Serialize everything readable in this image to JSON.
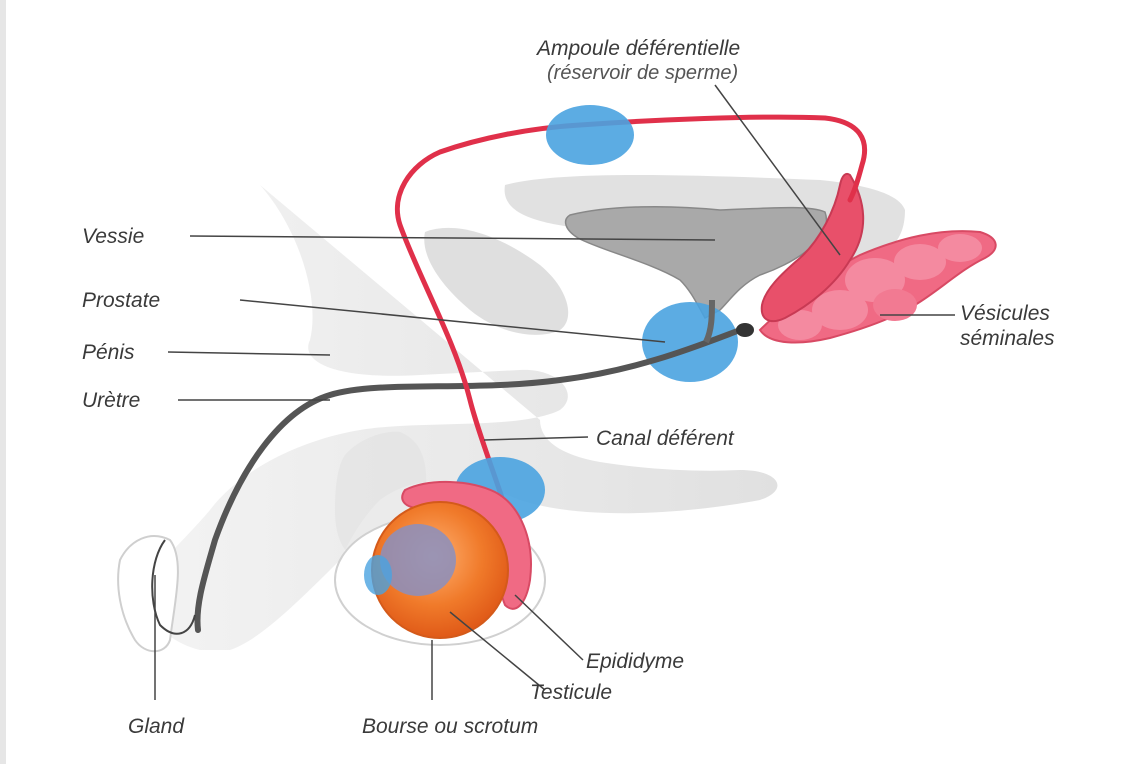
{
  "diagram": {
    "labels": {
      "ampoule": "Ampoule déférentielle",
      "ampoule_sub": "(réservoir de sperme)",
      "vessie": "Vessie",
      "prostate": "Prostate",
      "penis": "Pénis",
      "uretre": "Urètre",
      "canal": "Canal déférent",
      "vesicules_1": "Vésicules",
      "vesicules_2": "séminales",
      "epididyme": "Epididyme",
      "testicule": "Testicule",
      "bourse": "Bourse ou scrotum",
      "gland": "Gland"
    },
    "colors": {
      "duct_red": "#e0304a",
      "vesicle_pink": "#f06a84",
      "marker_blue": "#4aa3e0",
      "testicle_orange": "#f07a2a",
      "body_gray": "#d9d9d9",
      "urethra_dark": "#555555",
      "leader_line": "#444444"
    }
  }
}
